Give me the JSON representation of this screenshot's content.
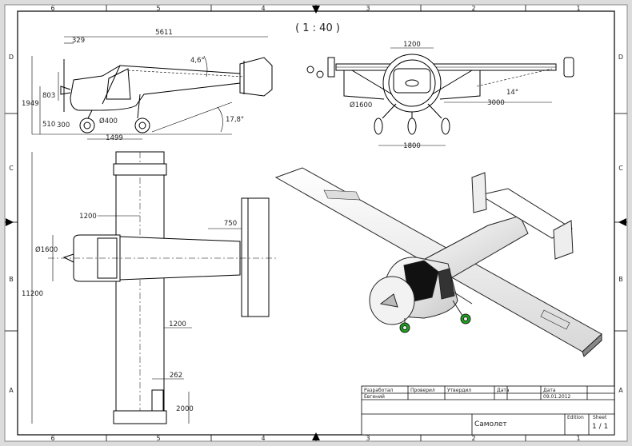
{
  "sheet": {
    "scale": "( 1 : 40 )",
    "zones_top": [
      "6",
      "5",
      "4",
      "3",
      "2",
      "1"
    ],
    "zones_bottom": [
      "6",
      "5",
      "4",
      "3",
      "2",
      "1"
    ],
    "zones_side": [
      "D",
      "C",
      "B",
      "A"
    ]
  },
  "side_view": {
    "dims": [
      "329",
      "5611",
      "4,6°",
      "803",
      "1949",
      "510",
      "300",
      "Ø400",
      "1499",
      "17,8°"
    ]
  },
  "front_view": {
    "dims": [
      "1200",
      "Ø1600",
      "3000",
      "14°",
      "1800"
    ]
  },
  "top_view": {
    "dims": [
      "1200",
      "Ø1600",
      "750",
      "11200",
      "1200",
      "262",
      "2000"
    ]
  },
  "title_block": {
    "label1": "Разработал",
    "label2": "Проверил",
    "label3": "Утвердил",
    "label4": "Дата",
    "author": "Евгений",
    "date": "09.01.2012",
    "name": "Самолет",
    "edition_label": "Edition",
    "sheet_label": "Sheet",
    "sheet_value": "1 / 1"
  }
}
